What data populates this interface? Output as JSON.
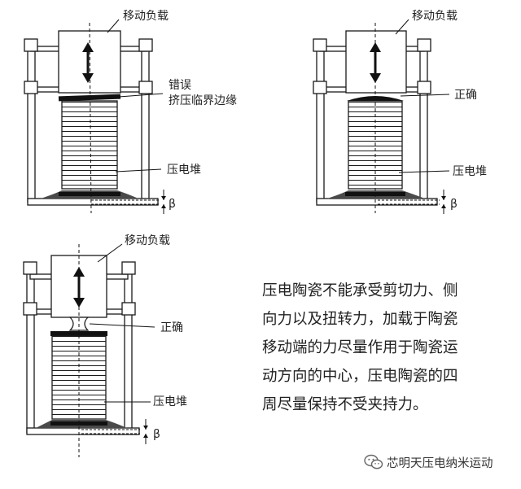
{
  "figure": {
    "panels": [
      {
        "id": "top-left",
        "load_label": "移动负载",
        "status": "错误",
        "status_detail": "挤压临界边缘",
        "stack_label": "压电堆",
        "angle_symbol": "β",
        "correct": false
      },
      {
        "id": "top-right",
        "load_label": "移动负载",
        "status": "正确",
        "stack_label": "压电堆",
        "angle_symbol": "β",
        "correct": true
      },
      {
        "id": "bottom",
        "load_label": "移动负载",
        "status": "正确",
        "stack_label": "压电堆",
        "angle_symbol": "β",
        "correct": true
      }
    ]
  },
  "description": {
    "lines": [
      "压电陶瓷不能承受剪切力、侧",
      "向力以及扭转力，加载于陶瓷",
      "移动端的力尽量作用于陶瓷运",
      "动方向的中心，压电陶瓷的四",
      "周尽量保持不受夹持力。"
    ]
  },
  "watermark": {
    "text": "芯明天压电纳米运动",
    "icon": "wechat-icon"
  }
}
